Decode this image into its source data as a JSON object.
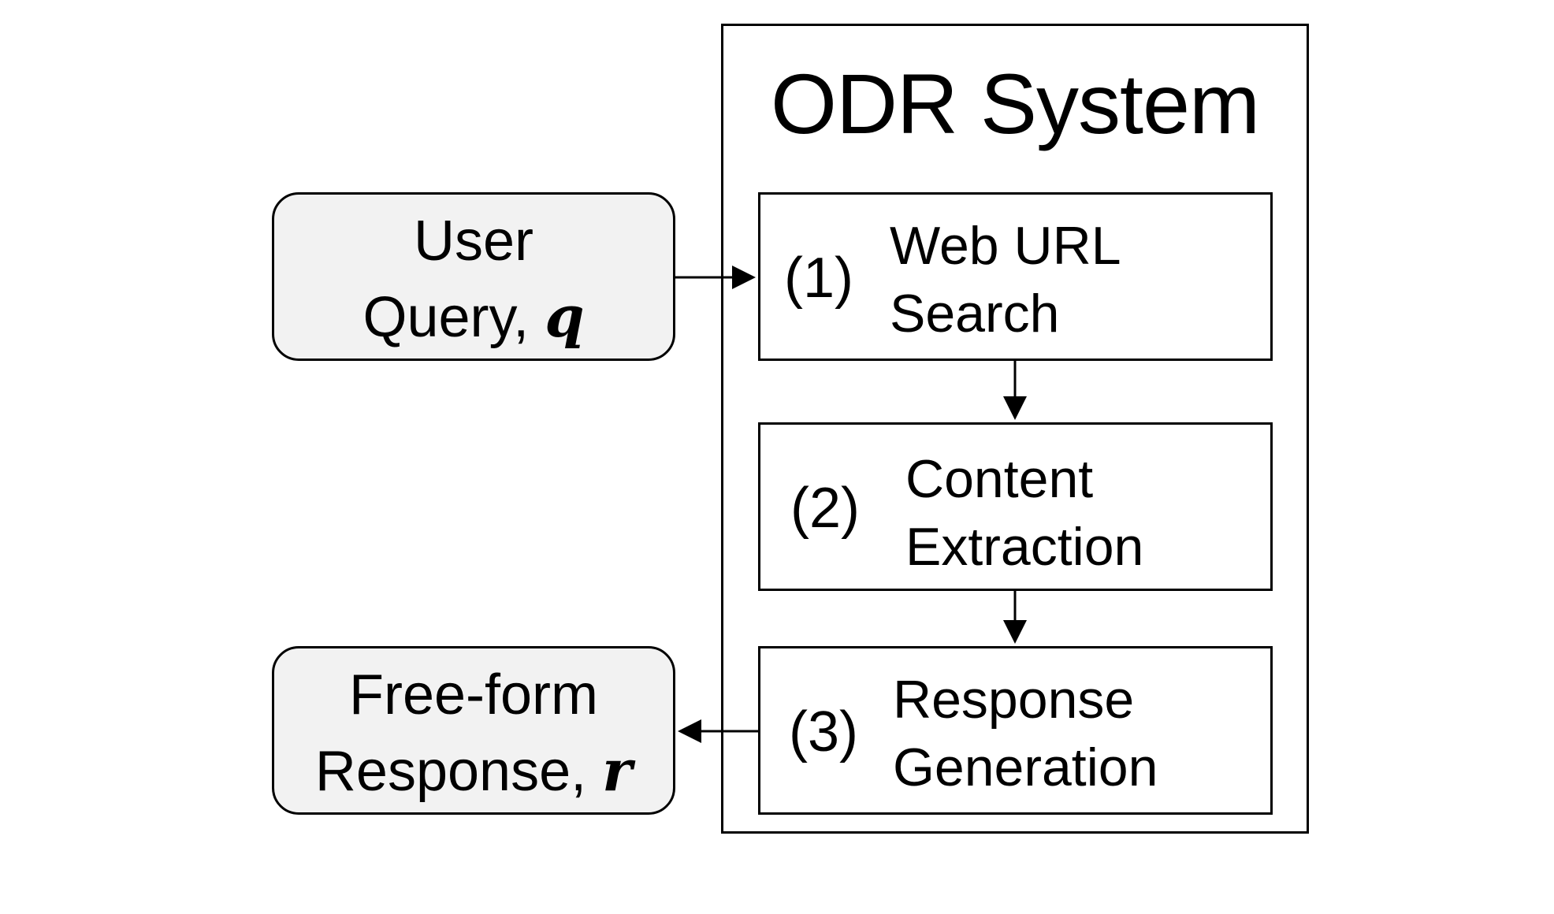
{
  "system": {
    "title": "ODR System"
  },
  "steps": [
    {
      "number": "(1)",
      "label": "Web URL\nSearch"
    },
    {
      "number": "(2)",
      "label": "Content\nExtraction"
    },
    {
      "number": "(3)",
      "label": "Response\nGeneration"
    }
  ],
  "input": {
    "line1": "User",
    "line2_prefix": "Query, ",
    "variable": "q"
  },
  "output": {
    "line1": "Free-form",
    "line2_prefix": "Response, ",
    "variable": "r"
  }
}
